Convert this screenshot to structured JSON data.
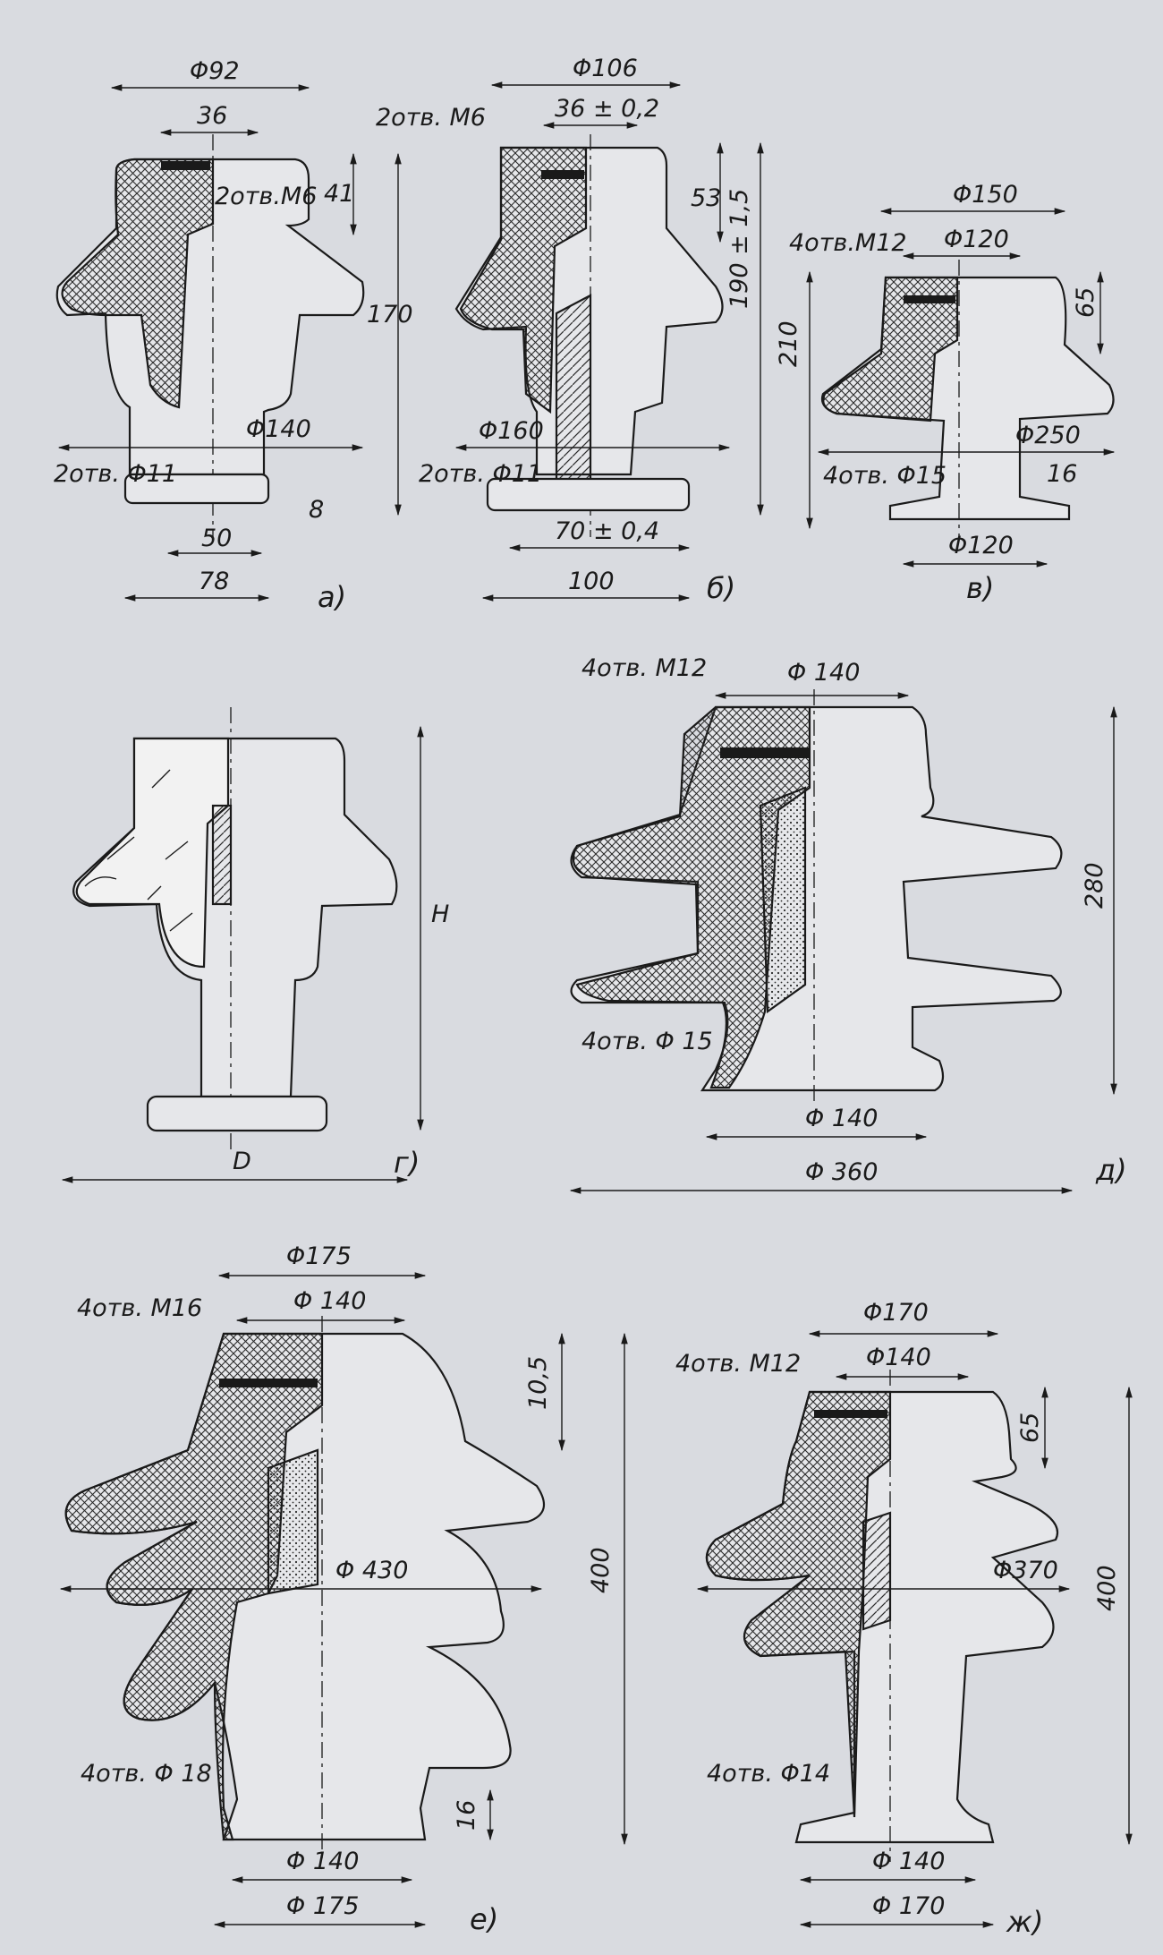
{
  "figure_a": {
    "caption": "а)",
    "dims": {
      "d_top": "Φ92",
      "bolt_spacing": "36",
      "holes_top": "2отв.M6",
      "h_cap": "41",
      "height": "170",
      "d_skirt": "Φ140",
      "holes_base": "2отв. Φ11",
      "base_t": "8",
      "base_holes_spacing": "50",
      "base_w": "78"
    }
  },
  "figure_b": {
    "caption": "б)",
    "dims": {
      "d_top": "Φ106",
      "bolt_spacing": "36 ± 0,2",
      "holes_top": "2отв. M6",
      "h_cap": "53",
      "height": "190 ± 1,5",
      "d_skirt": "Φ160",
      "holes_base": "2отв. Φ11",
      "base_holes_spacing": "70 ± 0,4",
      "base_w": "100"
    }
  },
  "figure_v": {
    "caption": "в)",
    "dims": {
      "d_top": "Φ150",
      "d_bolt_circle": "Φ120",
      "holes_top": "4отв.M12",
      "h_cap": "65",
      "height": "210",
      "d_skirt": "Φ250",
      "holes_base": "4отв. Φ15",
      "base_t": "16",
      "d_base_circle": "Φ120"
    }
  },
  "figure_g": {
    "caption": "г)",
    "dims": {
      "height_symbol": "H",
      "diameter_symbol": "D"
    }
  },
  "figure_d": {
    "caption": "д)",
    "dims": {
      "holes_top": "4отв. M12",
      "d_bolt_circle": "Φ 140",
      "height": "280",
      "holes_base": "4отв. Φ 15",
      "d_base_circle": "Φ 140",
      "d_skirt": "Φ 360"
    }
  },
  "figure_e": {
    "caption": "е)",
    "dims": {
      "d_top": "Φ175",
      "d_bolt_circle": "Φ 140",
      "holes_top": "4отв. M16",
      "h_cap": "10,5",
      "height": "400",
      "d_skirt": "Φ 430",
      "holes_base": "4отв. Φ 18",
      "base_t": "16",
      "d_base_circle": "Φ 140",
      "d_base": "Φ 175"
    }
  },
  "figure_zh": {
    "caption": "ж)",
    "dims": {
      "d_top": "Φ170",
      "d_bolt_circle": "Φ140",
      "holes_top": "4отв. M12",
      "h_cap": "65",
      "height": "400",
      "d_skirt": "Φ370",
      "holes_base": "4отв. Φ14",
      "d_base_circle": "Φ 140",
      "d_base": "Φ 170"
    }
  }
}
